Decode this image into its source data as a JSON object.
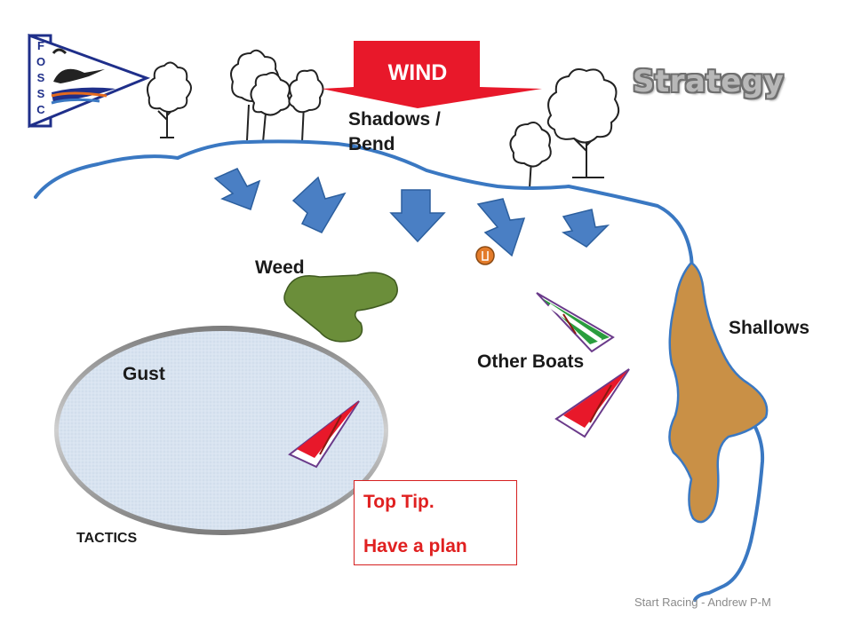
{
  "title": "Strategy",
  "wind": {
    "label": "WIND"
  },
  "labels": {
    "shadows": "Shadows / Bend",
    "weed": "Weed",
    "shallows": "Shallows",
    "other_boats": "Other Boats",
    "gust": "Gust",
    "tactics": "TACTICS"
  },
  "tip": {
    "line1": "Top Tip.",
    "line2": "Have a plan"
  },
  "footer": "Start Racing - Andrew P-M",
  "logo": {
    "letters": [
      "F",
      "O",
      "S",
      "S",
      "C"
    ]
  },
  "colors": {
    "river_bank": "#3a78c2",
    "wind_arrow": "#e8182a",
    "gust_arrows": "#4a7fc4",
    "weed": "#6b8e3a",
    "shallows": "#c99046",
    "gust_area": "#d6e2f0",
    "boat_red": "#e8182a",
    "boat_green": "#2a9d3e",
    "mark": "#e37b2a",
    "title_fill": "#b8b8b8"
  },
  "icons": [
    "tree-icon",
    "boat-icon",
    "mark-buoy-icon",
    "wind-arrow-icon",
    "gust-arrow-icon",
    "club-burgee-icon"
  ]
}
